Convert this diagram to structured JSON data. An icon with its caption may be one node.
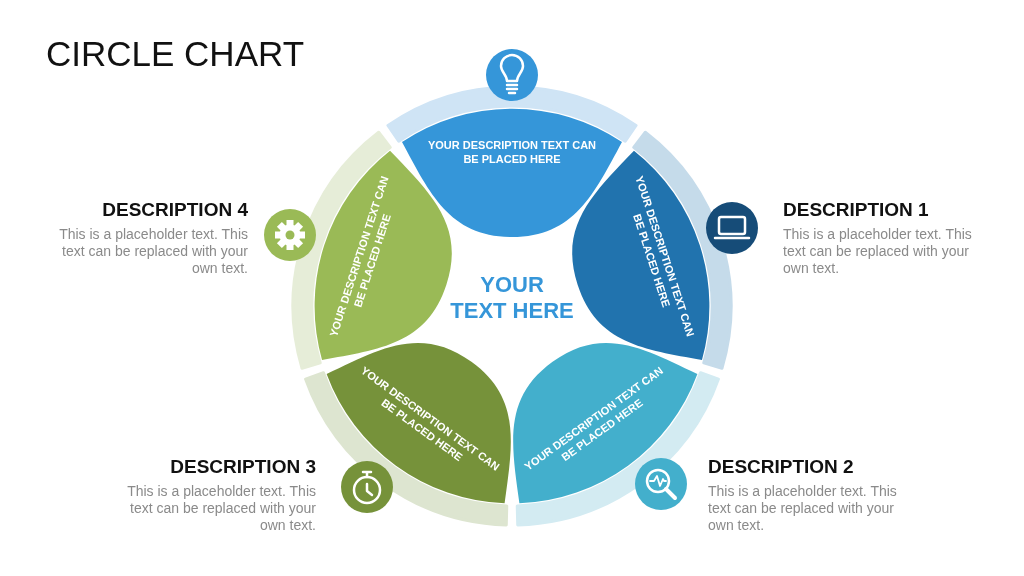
{
  "diagram": {
    "title": "CIRCLE CHART",
    "nodes": [
      {
        "text": [
          "YOUR DESCRIPTION TEXT CAN BE PLACED HERE"
        ]
      },
      {
        "text": [
          "YOUR DESCRIPTION TEXT CAN BE PLACED HERE"
        ]
      },
      {
        "text": [
          "YOUR DESCRIPTION TEXT CAN BE PLACED HERE"
        ]
      },
      {
        "text": [
          "YOUR DESCRIPTION TEXT CAN BE PLACED HERE"
        ]
      },
      {
        "text": [
          "YOUR DESCRIPTION TEXT CAN BE PLACED HERE"
        ]
      }
    ],
    "edges": [],
    "labels": [
      "DESCRIPTION 4",
      "This is a placeholder text. This text can be replaced with your own text.",
      "DESCRIPTION 1",
      "This is a placeholder text. This text can be replaced with your own text.",
      "YOUR",
      "TEXT HERE",
      "DESCRIPTION 3",
      "This is a placeholder text. This text can be replaced with your own text.",
      "DESCRIPTION 2",
      "This is a placeholder text. This text can be replaced with your own text."
    ]
  }
}
